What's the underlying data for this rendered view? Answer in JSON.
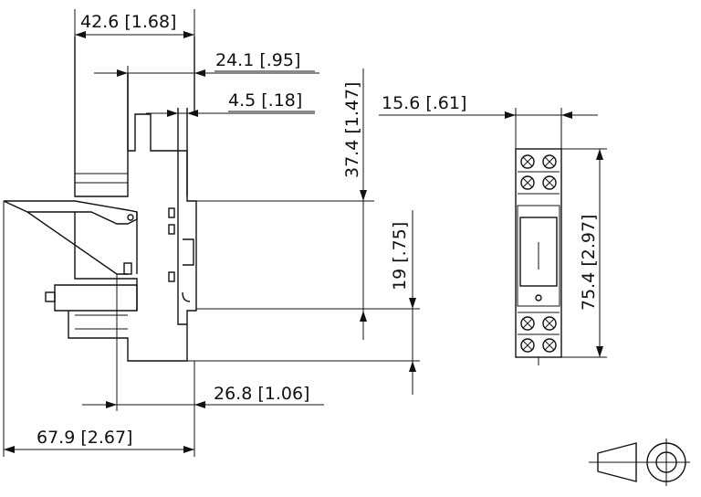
{
  "dimensions": {
    "d_42_6": "42.6 [1.68]",
    "d_24_1": "24.1 [.95]",
    "d_4_5": "4.5 [.18]",
    "d_37_4": "37.4 [1.47]",
    "d_15_6": "15.6 [.61]",
    "d_19": "19 [.75]",
    "d_75_4": "75.4 [2.97]",
    "d_26_8": "26.8 [1.06]",
    "d_67_9": "67.9 [2.67]"
  },
  "symbols": {
    "projection": "third-angle-projection-icon"
  }
}
